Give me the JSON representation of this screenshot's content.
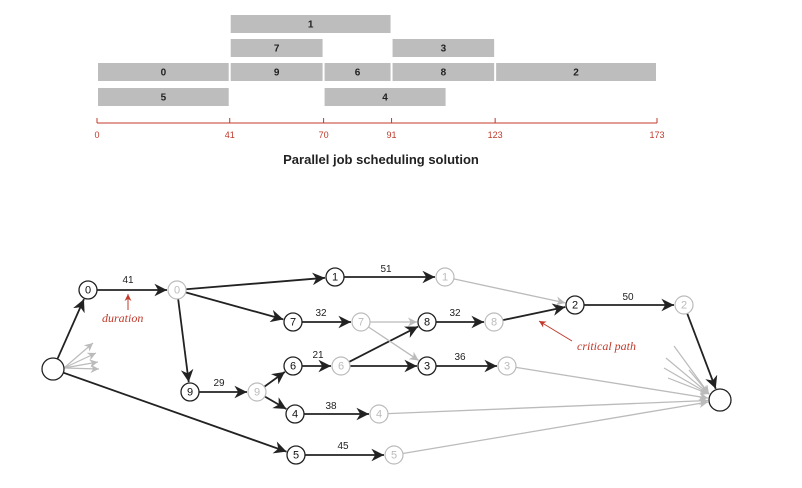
{
  "schedule": {
    "bars": [
      {
        "job": "1",
        "start": 41,
        "end": 91,
        "lane": 0
      },
      {
        "job": "7",
        "start": 41,
        "end": 70,
        "lane": 1
      },
      {
        "job": "3",
        "start": 91,
        "end": 123,
        "lane": 1
      },
      {
        "job": "0",
        "start": 0,
        "end": 41,
        "lane": 2
      },
      {
        "job": "9",
        "start": 41,
        "end": 70,
        "lane": 2
      },
      {
        "job": "6",
        "start": 70,
        "end": 91,
        "lane": 2
      },
      {
        "job": "8",
        "start": 91,
        "end": 123,
        "lane": 2
      },
      {
        "job": "2",
        "start": 123,
        "end": 173,
        "lane": 2
      },
      {
        "job": "5",
        "start": 0,
        "end": 41,
        "lane": 3
      },
      {
        "job": "4",
        "start": 70,
        "end": 108,
        "lane": 3
      }
    ],
    "ticks": [
      "0",
      "41",
      "70",
      "91",
      "123",
      "173"
    ],
    "caption": "Parallel job scheduling solution"
  },
  "graph": {
    "nodes": [
      {
        "id": "s",
        "label": "",
        "style": "plain"
      },
      {
        "id": "t",
        "label": "",
        "style": "plain"
      },
      {
        "id": "0s",
        "label": "0",
        "style": "dark"
      },
      {
        "id": "0e",
        "label": "0",
        "style": "light"
      },
      {
        "id": "1s",
        "label": "1",
        "style": "dark"
      },
      {
        "id": "1e",
        "label": "1",
        "style": "light"
      },
      {
        "id": "7s",
        "label": "7",
        "style": "dark"
      },
      {
        "id": "7e",
        "label": "7",
        "style": "light"
      },
      {
        "id": "8s",
        "label": "8",
        "style": "dark"
      },
      {
        "id": "8e",
        "label": "8",
        "style": "light"
      },
      {
        "id": "2s",
        "label": "2",
        "style": "dark"
      },
      {
        "id": "2e",
        "label": "2",
        "style": "light"
      },
      {
        "id": "9s",
        "label": "9",
        "style": "dark"
      },
      {
        "id": "9e",
        "label": "9",
        "style": "light"
      },
      {
        "id": "6s",
        "label": "6",
        "style": "dark"
      },
      {
        "id": "6e",
        "label": "6",
        "style": "light"
      },
      {
        "id": "3s",
        "label": "3",
        "style": "dark"
      },
      {
        "id": "3e",
        "label": "3",
        "style": "light"
      },
      {
        "id": "4s",
        "label": "4",
        "style": "dark"
      },
      {
        "id": "4e",
        "label": "4",
        "style": "light"
      },
      {
        "id": "5s",
        "label": "5",
        "style": "dark"
      },
      {
        "id": "5e",
        "label": "5",
        "style": "light"
      }
    ],
    "edges": [
      {
        "from": "s",
        "to": "0s",
        "weight": "",
        "color": "dark"
      },
      {
        "from": "s",
        "to": "5s",
        "weight": "",
        "color": "dark"
      },
      {
        "from": "0s",
        "to": "0e",
        "weight": "41",
        "color": "dark"
      },
      {
        "from": "0e",
        "to": "1s",
        "weight": "",
        "color": "dark"
      },
      {
        "from": "0e",
        "to": "7s",
        "weight": "",
        "color": "dark"
      },
      {
        "from": "0e",
        "to": "9s",
        "weight": "",
        "color": "dark"
      },
      {
        "from": "1s",
        "to": "1e",
        "weight": "51",
        "color": "dark"
      },
      {
        "from": "7s",
        "to": "7e",
        "weight": "32",
        "color": "dark"
      },
      {
        "from": "8s",
        "to": "8e",
        "weight": "32",
        "color": "dark"
      },
      {
        "from": "2s",
        "to": "2e",
        "weight": "50",
        "color": "dark"
      },
      {
        "from": "9s",
        "to": "9e",
        "weight": "29",
        "color": "dark"
      },
      {
        "from": "6s",
        "to": "6e",
        "weight": "21",
        "color": "dark"
      },
      {
        "from": "3s",
        "to": "3e",
        "weight": "36",
        "color": "dark"
      },
      {
        "from": "4s",
        "to": "4e",
        "weight": "38",
        "color": "dark"
      },
      {
        "from": "5s",
        "to": "5e",
        "weight": "45",
        "color": "dark"
      },
      {
        "from": "9e",
        "to": "6s",
        "weight": "",
        "color": "dark"
      },
      {
        "from": "9e",
        "to": "4s",
        "weight": "",
        "color": "dark"
      },
      {
        "from": "6e",
        "to": "8s",
        "weight": "",
        "color": "dark"
      },
      {
        "from": "6e",
        "to": "3s",
        "weight": "",
        "color": "dark"
      },
      {
        "from": "8e",
        "to": "2s",
        "weight": "",
        "color": "dark"
      },
      {
        "from": "2e",
        "to": "t",
        "weight": "",
        "color": "dark"
      },
      {
        "from": "1e",
        "to": "2s",
        "weight": "",
        "color": "light"
      },
      {
        "from": "7e",
        "to": "8s",
        "weight": "",
        "color": "light"
      },
      {
        "from": "7e",
        "to": "3s",
        "weight": "",
        "color": "light"
      },
      {
        "from": "3e",
        "to": "t",
        "weight": "",
        "color": "light"
      },
      {
        "from": "4e",
        "to": "t",
        "weight": "",
        "color": "light"
      },
      {
        "from": "5e",
        "to": "t",
        "weight": "",
        "color": "light"
      }
    ],
    "annotations": {
      "duration": "duration",
      "critical_path": "critical path"
    },
    "colors": {
      "dark": "#222222",
      "light": "#bbbbbb",
      "accent": "#c0392b",
      "bar": "#bdbdbd"
    }
  }
}
